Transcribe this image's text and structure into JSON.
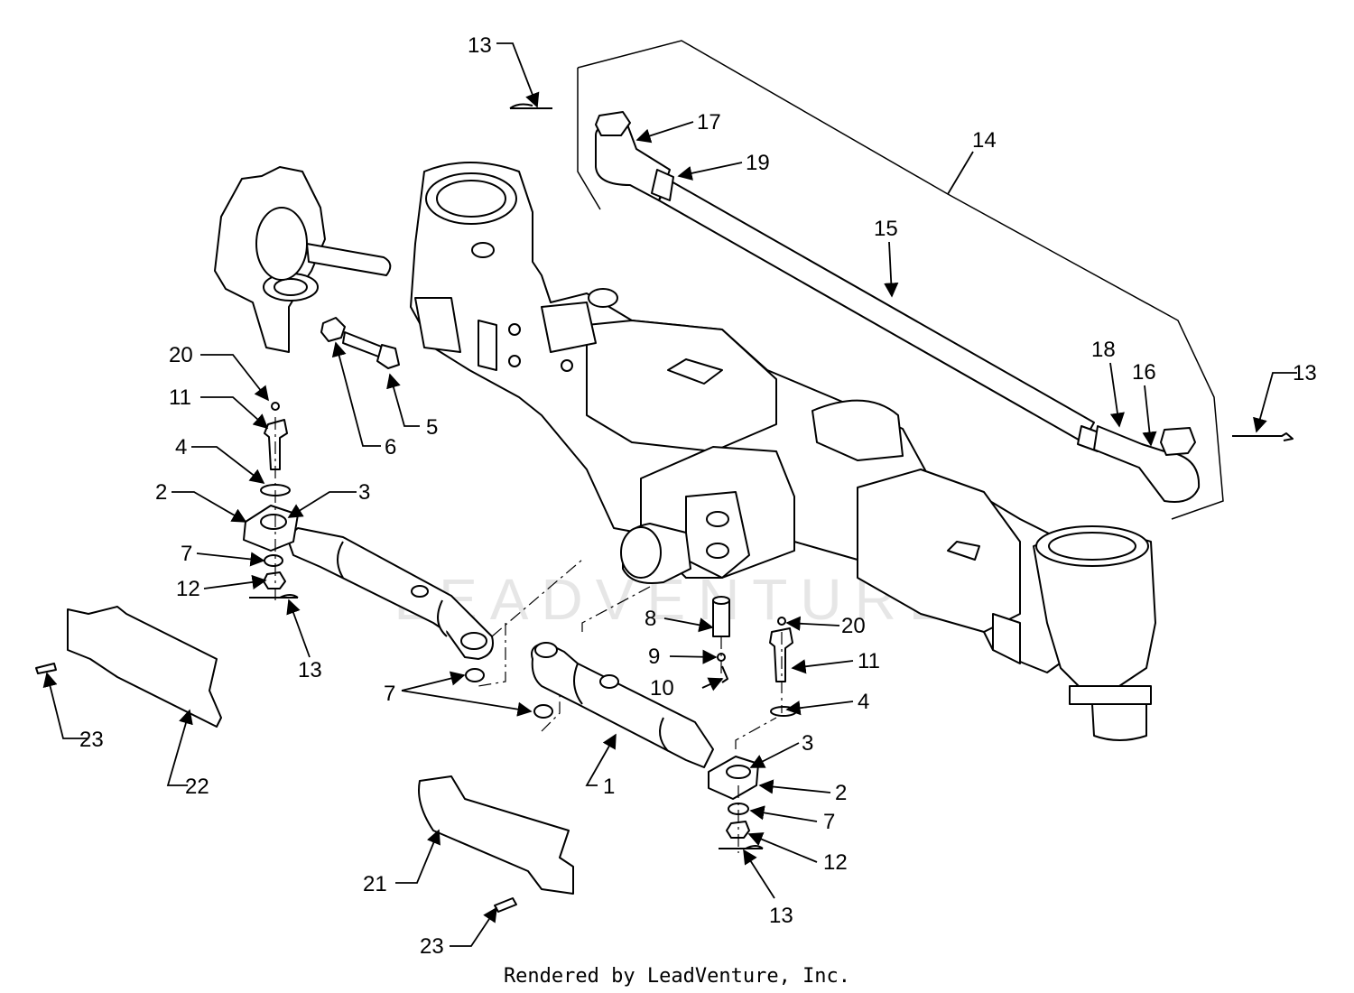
{
  "diagram": {
    "watermark": "LEADVENTURE",
    "footer": "Rendered by LeadVenture, Inc.",
    "callouts": [
      {
        "id": "c1",
        "label": "1"
      },
      {
        "id": "c2a",
        "label": "2"
      },
      {
        "id": "c2b",
        "label": "2"
      },
      {
        "id": "c3a",
        "label": "3"
      },
      {
        "id": "c3b",
        "label": "3"
      },
      {
        "id": "c4a",
        "label": "4"
      },
      {
        "id": "c4b",
        "label": "4"
      },
      {
        "id": "c5",
        "label": "5"
      },
      {
        "id": "c6",
        "label": "6"
      },
      {
        "id": "c7a",
        "label": "7"
      },
      {
        "id": "c7b",
        "label": "7"
      },
      {
        "id": "c7c",
        "label": "7"
      },
      {
        "id": "c8",
        "label": "8"
      },
      {
        "id": "c9",
        "label": "9"
      },
      {
        "id": "c10",
        "label": "10"
      },
      {
        "id": "c11a",
        "label": "11"
      },
      {
        "id": "c11b",
        "label": "11"
      },
      {
        "id": "c12a",
        "label": "12"
      },
      {
        "id": "c12b",
        "label": "12"
      },
      {
        "id": "c13a",
        "label": "13"
      },
      {
        "id": "c13b",
        "label": "13"
      },
      {
        "id": "c13c",
        "label": "13"
      },
      {
        "id": "c13d",
        "label": "13"
      },
      {
        "id": "c14",
        "label": "14"
      },
      {
        "id": "c15",
        "label": "15"
      },
      {
        "id": "c16",
        "label": "16"
      },
      {
        "id": "c17",
        "label": "17"
      },
      {
        "id": "c18",
        "label": "18"
      },
      {
        "id": "c19",
        "label": "19"
      },
      {
        "id": "c20a",
        "label": "20"
      },
      {
        "id": "c20b",
        "label": "20"
      },
      {
        "id": "c21",
        "label": "21"
      },
      {
        "id": "c22",
        "label": "22"
      },
      {
        "id": "c23a",
        "label": "23"
      },
      {
        "id": "c23b",
        "label": "23"
      }
    ]
  }
}
